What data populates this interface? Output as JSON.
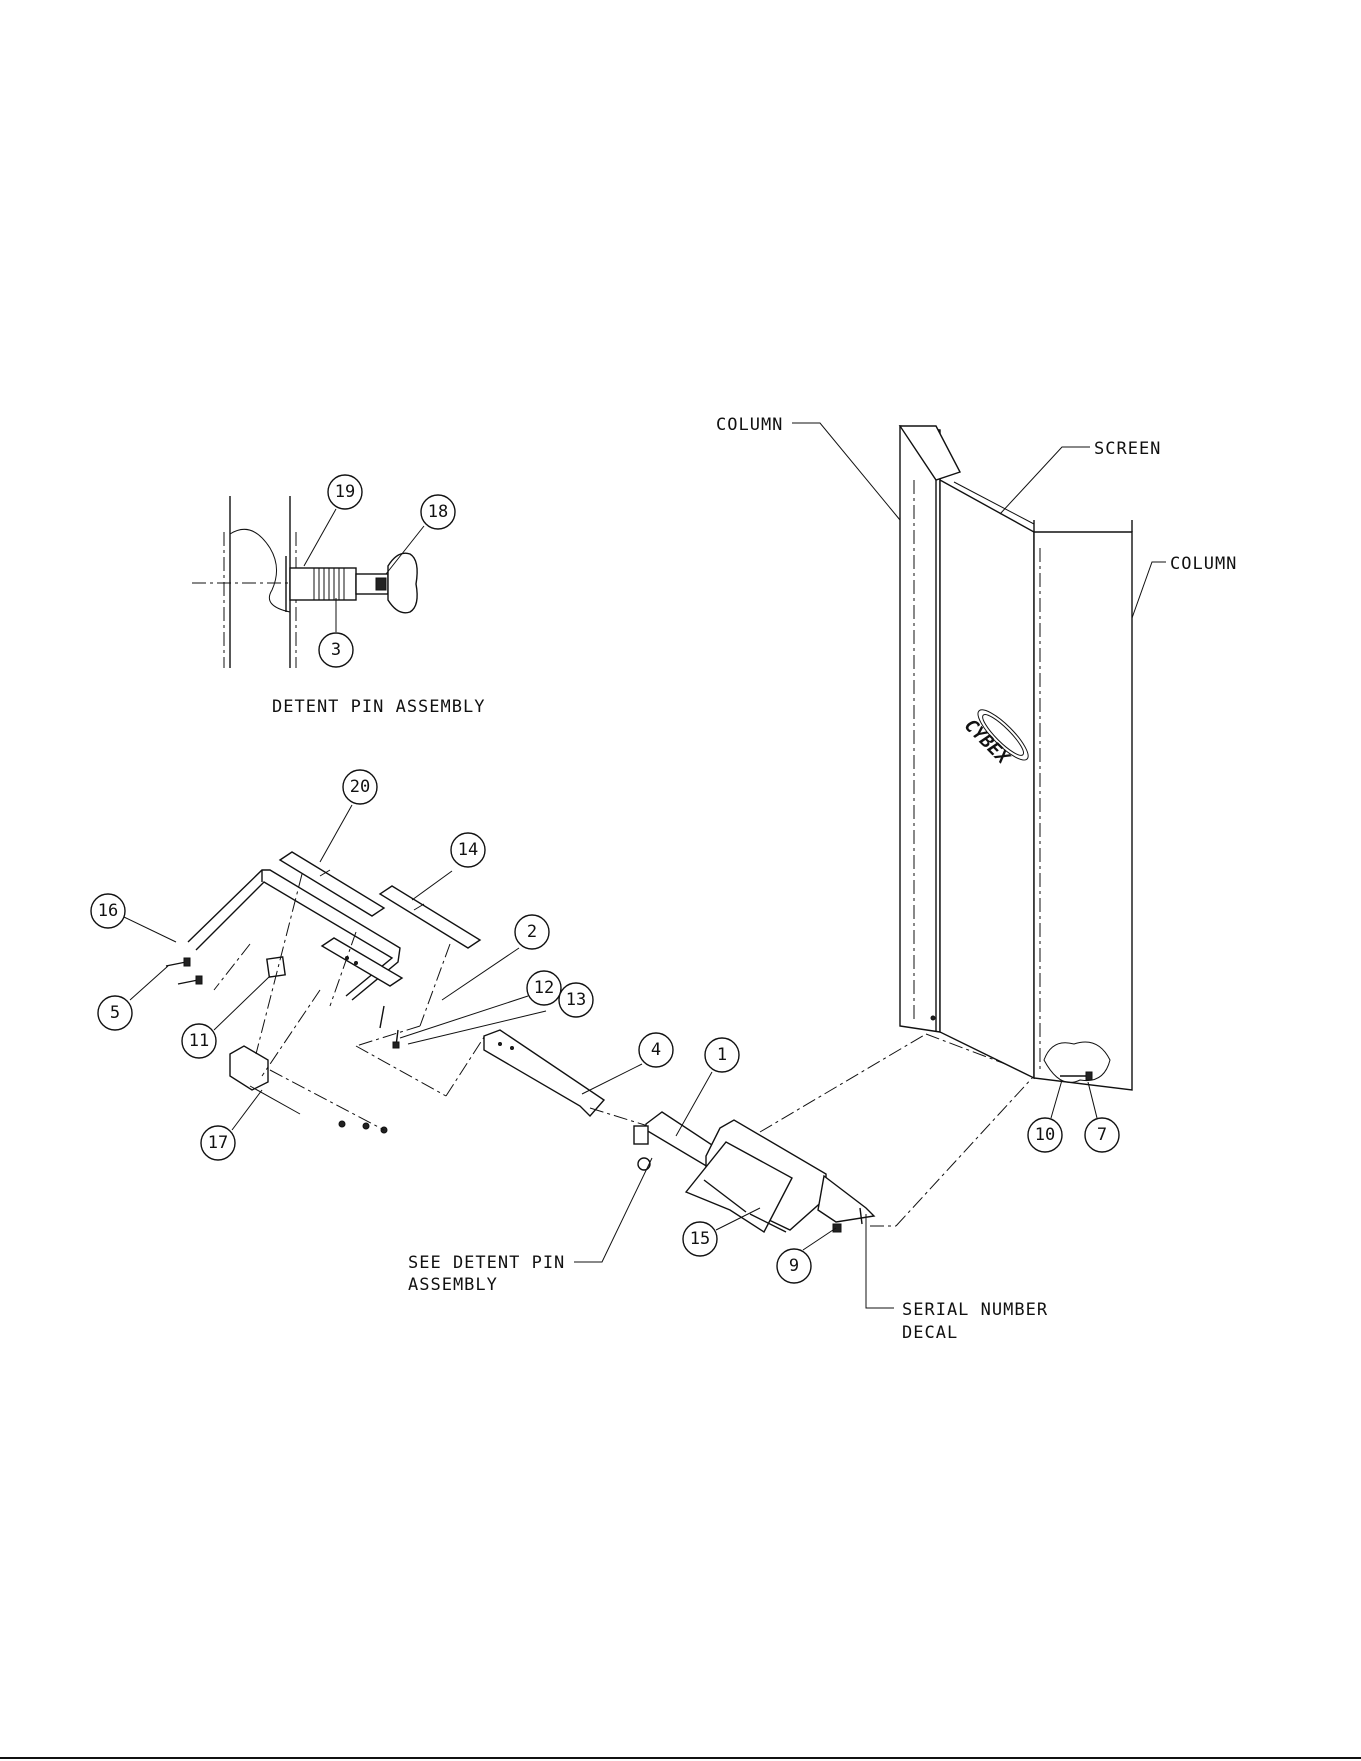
{
  "labels": {
    "column_top": "COLUMN",
    "screen": "SCREEN",
    "column_right": "COLUMN",
    "detent_pin_assembly": "DETENT PIN ASSEMBLY",
    "see_detent_line1": "SEE DETENT PIN",
    "see_detent_line2": "ASSEMBLY",
    "serial_line1": "SERIAL NUMBER",
    "serial_line2": "DECAL",
    "logo": "CYBEX"
  },
  "callouts": [
    "19",
    "18",
    "3",
    "20",
    "14",
    "16",
    "2",
    "12",
    "13",
    "4",
    "5",
    "11",
    "1",
    "17",
    "10",
    "7",
    "15",
    "9"
  ]
}
